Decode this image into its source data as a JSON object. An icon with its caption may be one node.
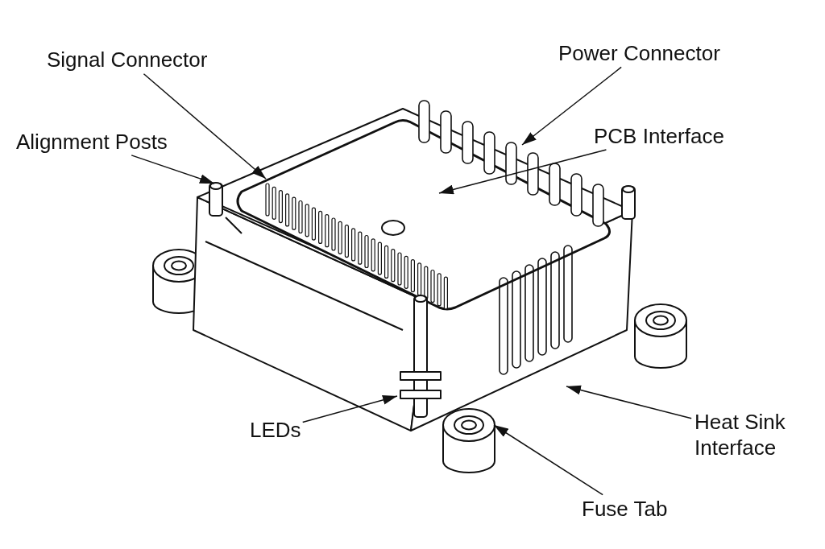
{
  "diagram": {
    "nodes": [
      {
        "text": [
          "Signal Connector"
        ]
      },
      {
        "text": [
          "Alignment Posts"
        ]
      },
      {
        "text": [
          "Power Connector"
        ]
      },
      {
        "text": [
          "PCB Interface"
        ]
      },
      {
        "text": [
          "LEDs"
        ]
      },
      {
        "text": [
          "Heat Sink Interface"
        ]
      },
      {
        "text": [
          "Fuse Tab"
        ]
      }
    ],
    "edges": [
      {
        "from": 0,
        "to": null,
        "arrow": "to"
      },
      {
        "from": 1,
        "to": null,
        "arrow": "to"
      },
      {
        "from": 2,
        "to": null,
        "arrow": "to"
      },
      {
        "from": 3,
        "to": null,
        "arrow": "to"
      },
      {
        "from": 4,
        "to": null,
        "arrow": "to"
      },
      {
        "from": 5,
        "to": null,
        "arrow": "to"
      },
      {
        "from": 6,
        "to": null,
        "arrow": "to"
      }
    ]
  }
}
